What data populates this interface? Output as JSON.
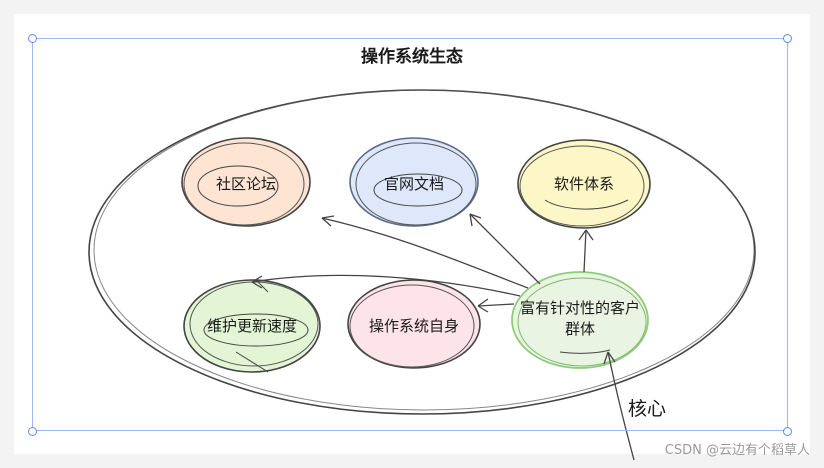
{
  "diagram": {
    "title": "操作系统生态",
    "nodes": [
      {
        "id": "forum",
        "label": "社区论坛",
        "fill": "#fde4d3"
      },
      {
        "id": "docs",
        "label": "官网文档",
        "fill": "#dfe8fb"
      },
      {
        "id": "soft",
        "label": "软件体系",
        "fill": "#fdf7c8"
      },
      {
        "id": "update",
        "label": "维护更新速度",
        "fill": "#e3f5d4"
      },
      {
        "id": "os",
        "label": "操作系统自身",
        "fill": "#fde3ea"
      },
      {
        "id": "cust",
        "label": "富有针对性的客户群体",
        "fill": "#e9f5e2"
      }
    ],
    "edges": [
      {
        "from": "cust",
        "to": "forum"
      },
      {
        "from": "cust",
        "to": "docs"
      },
      {
        "from": "cust",
        "to": "soft"
      },
      {
        "from": "cust",
        "to": "update"
      },
      {
        "from": "cust",
        "to": "os"
      }
    ],
    "annotation": "核心",
    "colors": {
      "stroke": "#444444",
      "custStroke": "#8fcb7c",
      "docsStroke": "#5a6a8a",
      "selection": "#5b8ff0"
    }
  },
  "watermark": "CSDN @云边有个稻草人"
}
